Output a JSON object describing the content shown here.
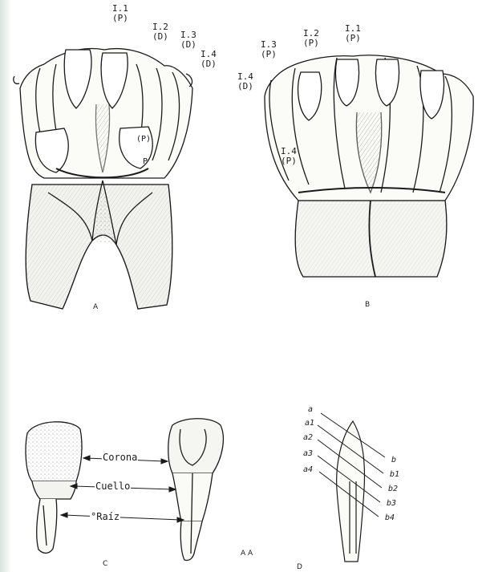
{
  "figure": {
    "panels": {
      "A": {
        "caption": "A",
        "tooth_labels": [
          {
            "id": "I.1",
            "side": "(P)"
          },
          {
            "id": "I.2",
            "side": "(D)"
          },
          {
            "id": "I.3",
            "side": "(D)"
          },
          {
            "id": "I.4",
            "side": "(D)"
          }
        ],
        "extra_label": "(P)",
        "extra_label2": "P"
      },
      "B": {
        "caption": "B",
        "tooth_labels": [
          {
            "id": "I.1",
            "side": "(P)"
          },
          {
            "id": "I.2",
            "side": "(P)"
          },
          {
            "id": "I.3",
            "side": "(P)"
          },
          {
            "id": "I.4",
            "side": "(D)"
          }
        ],
        "inner_label": {
          "id": "I.4",
          "side": "(P)"
        }
      },
      "C": {
        "caption": "C",
        "parts": [
          "Corona",
          "Cuello",
          "°Raíz"
        ]
      },
      "D": {
        "caption": "D",
        "section_label": "A A",
        "left_lines": [
          "a",
          "a1",
          "a2",
          "a3",
          "a4"
        ],
        "right_lines": [
          "b",
          "b1",
          "b2",
          "b3",
          "b4"
        ]
      }
    }
  }
}
